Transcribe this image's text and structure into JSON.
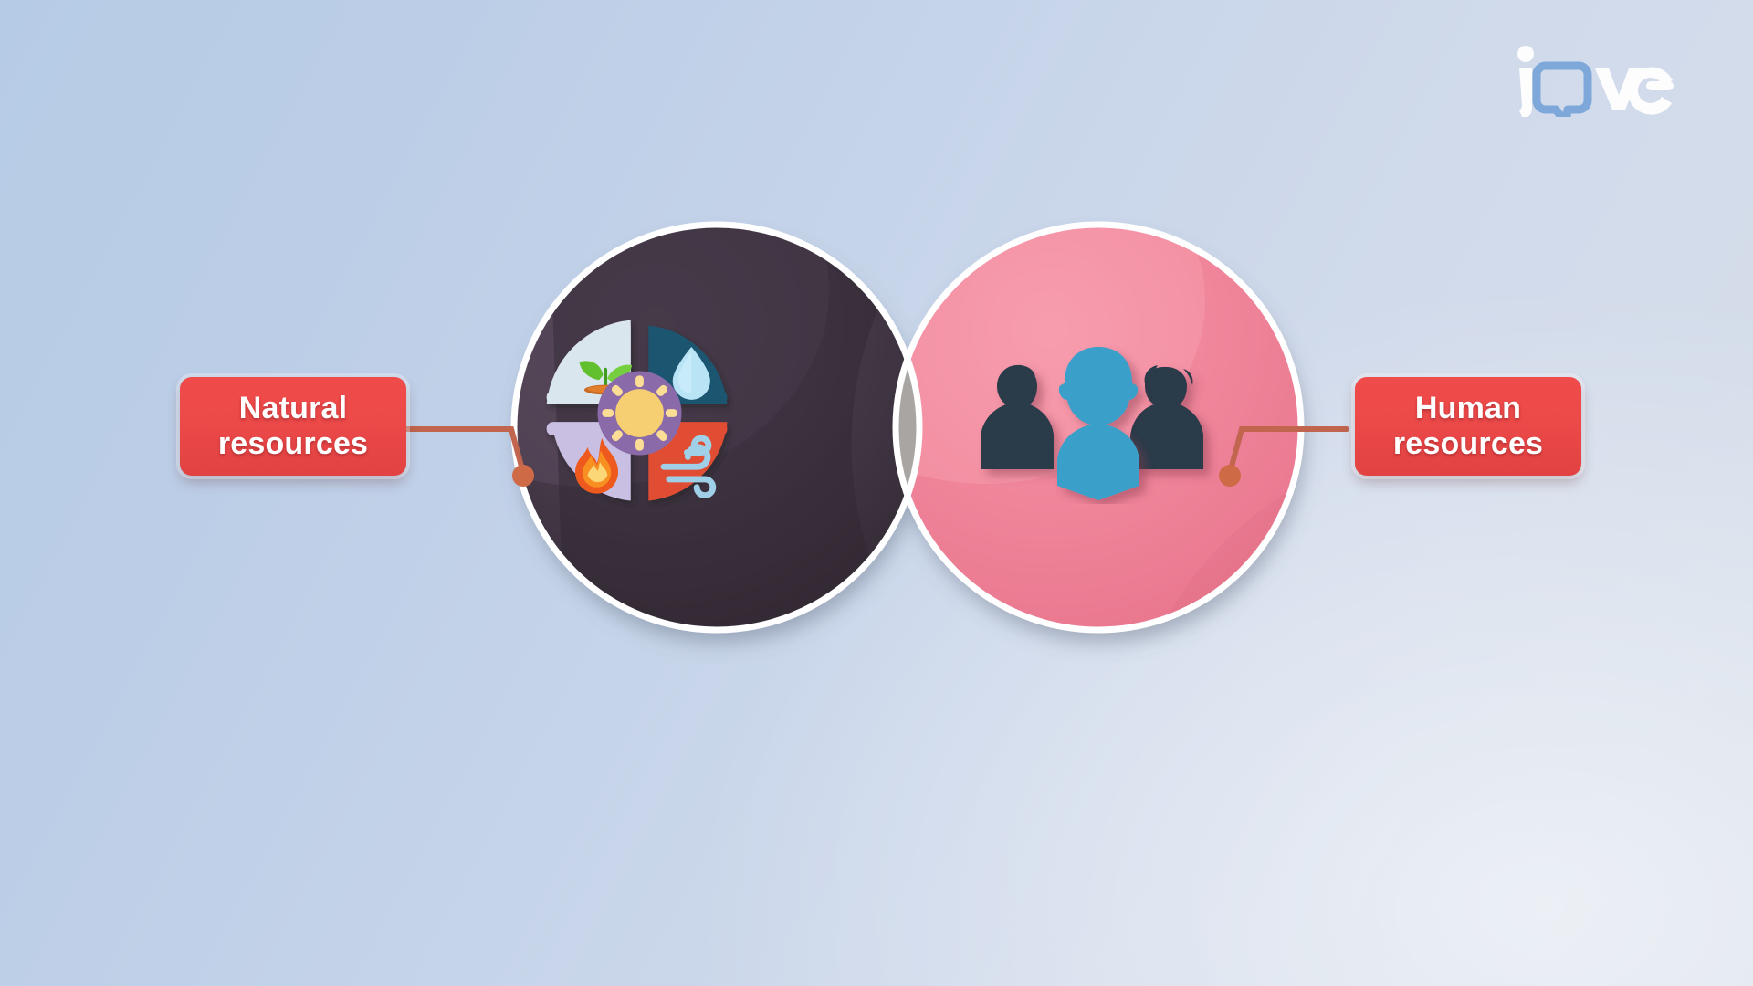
{
  "brand": {
    "logo_text": "jove",
    "logo_parts": {
      "j": "j",
      "o": "o",
      "ve": "ve"
    },
    "logo_blue": "#7ba7d9",
    "logo_white": "#ffffff"
  },
  "background": {
    "top_left_color": "#b6cbe6",
    "bottom_right_color": "#d6dee9"
  },
  "diagram": {
    "type": "venn",
    "title": "",
    "overlap_fill": "#a8a5a3",
    "outline_color": "#ffffff",
    "sets": [
      {
        "id": "natural",
        "label_line1": "Natural",
        "label_line2": "resources",
        "circle_fill": "#453847",
        "circle_shade": "#332a33",
        "label_bg": "#ec4949",
        "label_text_color": "#ffffff",
        "connector_color": "#c1654f",
        "icons": [
          {
            "name": "plant-sprout-icon",
            "quadrant": "top-left",
            "panel_color": "#dae6ee",
            "glyph_color": "#62c02e"
          },
          {
            "name": "water-drop-icon",
            "quadrant": "top-right",
            "panel_color": "#1d5570",
            "glyph_color": "#b8e4f5"
          },
          {
            "name": "wind-icon",
            "quadrant": "bottom-right",
            "panel_color": "#e04e33",
            "glyph_color": "#9fd0e8"
          },
          {
            "name": "fire-icon",
            "quadrant": "bottom-left",
            "panel_color": "#c9bfe3",
            "glyph_color": "#ef6a1f"
          },
          {
            "name": "sun-icon",
            "quadrant": "center",
            "panel_color": "#8b6aaa",
            "glyph_color": "#f5cf72"
          }
        ]
      },
      {
        "id": "human",
        "label_line1": "Human",
        "label_line2": "resources",
        "circle_fill": "#f0849a",
        "circle_shade": "#e8748c",
        "label_bg": "#ec4949",
        "label_text_color": "#ffffff",
        "connector_color": "#c1654f",
        "icons": [
          {
            "name": "person-silhouette-left-icon",
            "color": "#2b3a4a"
          },
          {
            "name": "person-silhouette-center-icon",
            "color": "#3aa0c9"
          },
          {
            "name": "person-silhouette-right-icon",
            "color": "#2b3a4a"
          }
        ]
      }
    ]
  }
}
